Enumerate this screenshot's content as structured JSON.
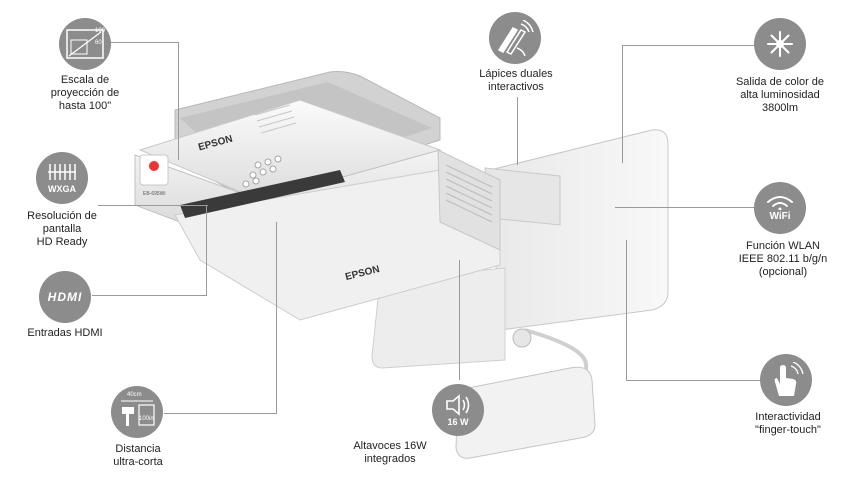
{
  "features": {
    "projection_scale": {
      "label_l1": "Escala de",
      "label_l2": "proyección de",
      "label_l3": "hasta 100\"",
      "icon": "screen-size-icon",
      "icon_text_top": "100",
      "icon_text_mid": "60"
    },
    "resolution": {
      "label_l1": "Resolución de",
      "label_l2": "pantalla",
      "label_l3": "HD Ready",
      "icon": "wxga-icon",
      "icon_text": "WXGA"
    },
    "hdmi": {
      "label": "Entradas HDMI",
      "icon": "hdmi-icon",
      "icon_text": "HDMI"
    },
    "ultra_short": {
      "label_l1": "Distancia",
      "label_l2": "ultra-corta",
      "icon": "throw-distance-icon",
      "icon_text_top": "40cm",
      "icon_text_bottom": "100in"
    },
    "dual_pens": {
      "label_l1": "Lápices duales",
      "label_l2": "interactivos",
      "icon": "dual-pens-icon"
    },
    "speakers": {
      "label_l1": "Altavoces 16W",
      "label_l2": "integrados",
      "icon": "speaker-icon",
      "icon_text": "16 W"
    },
    "color_output": {
      "label_l1": "Salida de color de",
      "label_l2": "alta luminosidad",
      "label_l3": "3800lm",
      "icon": "brightness-icon"
    },
    "wlan": {
      "label_l1": "Función WLAN",
      "label_l2": "IEEE 802.11 b/g/n",
      "label_l3": "(opcional)",
      "icon": "wifi-icon",
      "icon_text": "WiFi"
    },
    "finger_touch": {
      "label_l1": "Interactividad",
      "label_l2": "\"finger-touch\"",
      "icon": "finger-touch-icon"
    }
  },
  "product": {
    "brand_top": "EPSON",
    "brand_front": "EPSON",
    "model": "EB-695Wi"
  },
  "colors": {
    "icon_bg": "#8c8c8c",
    "line": "#9a9a9a",
    "body": "#f2f2f2"
  }
}
